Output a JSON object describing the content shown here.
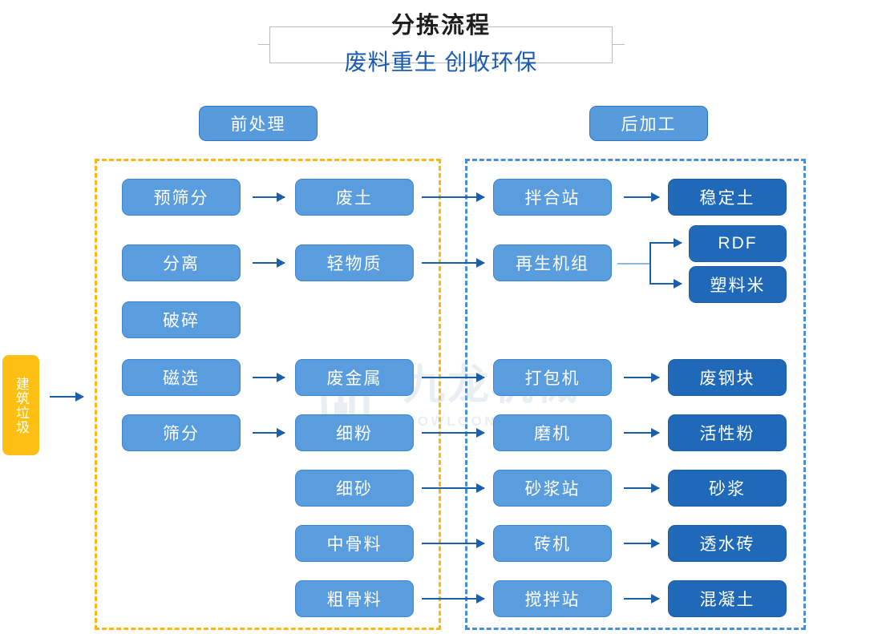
{
  "header": {
    "title": "分拣流程",
    "subtitle": "废料重生 创收环保"
  },
  "sections": {
    "pre": {
      "label": "前处理"
    },
    "post": {
      "label": "后加工"
    }
  },
  "input": {
    "label": "建筑垃圾"
  },
  "watermark": {
    "cn": "九龙机械",
    "en": "KOWLOON MACHINERY"
  },
  "colors": {
    "light_blue": "#5a9ddf",
    "dark_blue": "#1f69b8",
    "yellow": "#fcbf12",
    "dashed_yellow": "#fbb713",
    "dashed_blue": "#4a8ed6",
    "arrow": "#1a5fa8",
    "title_sub": "#1a5bb0"
  },
  "columns": {
    "process": [
      {
        "label": "预筛分"
      },
      {
        "label": "分离"
      },
      {
        "label": "破碎"
      },
      {
        "label": "磁选"
      },
      {
        "label": "筛分"
      }
    ],
    "material": [
      {
        "label": "废土"
      },
      {
        "label": "轻物质"
      },
      {
        "label": "废金属"
      },
      {
        "label": "细粉"
      },
      {
        "label": "细砂"
      },
      {
        "label": "中骨料"
      },
      {
        "label": "粗骨料"
      }
    ],
    "equipment": [
      {
        "label": "拌合站"
      },
      {
        "label": "再生机组"
      },
      {
        "label": "打包机"
      },
      {
        "label": "磨机"
      },
      {
        "label": "砂浆站"
      },
      {
        "label": "砖机"
      },
      {
        "label": "搅拌站"
      }
    ],
    "product": [
      {
        "label": "稳定土"
      },
      {
        "label": "RDF"
      },
      {
        "label": "塑料米"
      },
      {
        "label": "废钢块"
      },
      {
        "label": "活性粉"
      },
      {
        "label": "砂浆"
      },
      {
        "label": "透水砖"
      },
      {
        "label": "混凝土"
      }
    ]
  }
}
